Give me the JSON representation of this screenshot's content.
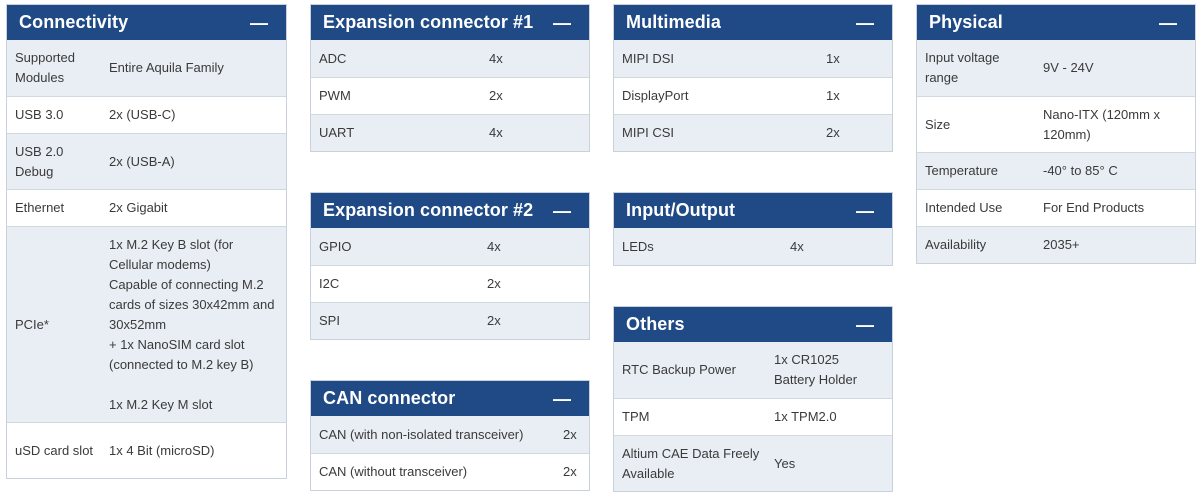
{
  "cards": [
    {
      "title": "Connectivity",
      "collapse_label": "—",
      "rows": [
        {
          "label": "Supported Modules",
          "value": "Entire Aquila Family"
        },
        {
          "label": "USB 3.0",
          "value": "2x (USB-C)"
        },
        {
          "label": "USB 2.0 Debug",
          "value": "2x (USB-A)"
        },
        {
          "label": "Ethernet",
          "value": "2x Gigabit"
        },
        {
          "label": "PCIe*",
          "value": "1x M.2 Key B slot (for Cellular modems)\nCapable of connecting M.2 cards of sizes 30x42mm and 30x52mm\n+ 1x NanoSIM card slot (connected to M.2 key B)\n\n1x M.2 Key M slot"
        },
        {
          "label": "uSD card slot",
          "value": "1x 4 Bit (microSD)"
        }
      ]
    },
    {
      "title": "Expansion connector #1",
      "collapse_label": "—",
      "rows": [
        {
          "label": "ADC",
          "value": "4x"
        },
        {
          "label": "PWM",
          "value": "2x"
        },
        {
          "label": "UART",
          "value": "4x"
        }
      ]
    },
    {
      "title": "Expansion connector #2",
      "collapse_label": "—",
      "rows": [
        {
          "label": "GPIO",
          "value": "4x"
        },
        {
          "label": "I2C",
          "value": "2x"
        },
        {
          "label": "SPI",
          "value": "2x"
        }
      ]
    },
    {
      "title": "CAN connector",
      "collapse_label": "—",
      "rows": [
        {
          "label": "CAN (with non-isolated transceiver)",
          "value": "2x"
        },
        {
          "label": "CAN (without transceiver)",
          "value": "2x"
        }
      ]
    },
    {
      "title": "Multimedia",
      "collapse_label": "—",
      "rows": [
        {
          "label": "MIPI DSI",
          "value": "1x"
        },
        {
          "label": "DisplayPort",
          "value": "1x"
        },
        {
          "label": "MIPI CSI",
          "value": "2x"
        }
      ]
    },
    {
      "title": "Input/Output",
      "collapse_label": "—",
      "rows": [
        {
          "label": "LEDs",
          "value": "4x"
        }
      ]
    },
    {
      "title": "Others",
      "collapse_label": "—",
      "rows": [
        {
          "label": "RTC Backup Power",
          "value": "1x CR1025 Battery Holder"
        },
        {
          "label": "TPM",
          "value": "1x TPM2.0"
        },
        {
          "label": "Altium CAE Data Freely Available",
          "value": "Yes"
        }
      ]
    },
    {
      "title": "Physical",
      "collapse_label": "—",
      "rows": [
        {
          "label": "Input voltage range",
          "value": "9V - 24V"
        },
        {
          "label": "Size",
          "value": "Nano-ITX (120mm x 120mm)"
        },
        {
          "label": "Temperature",
          "value": "-40° to 85° C"
        },
        {
          "label": "Intended Use",
          "value": "For End Products"
        },
        {
          "label": "Availability",
          "value": "2035+"
        }
      ]
    }
  ]
}
